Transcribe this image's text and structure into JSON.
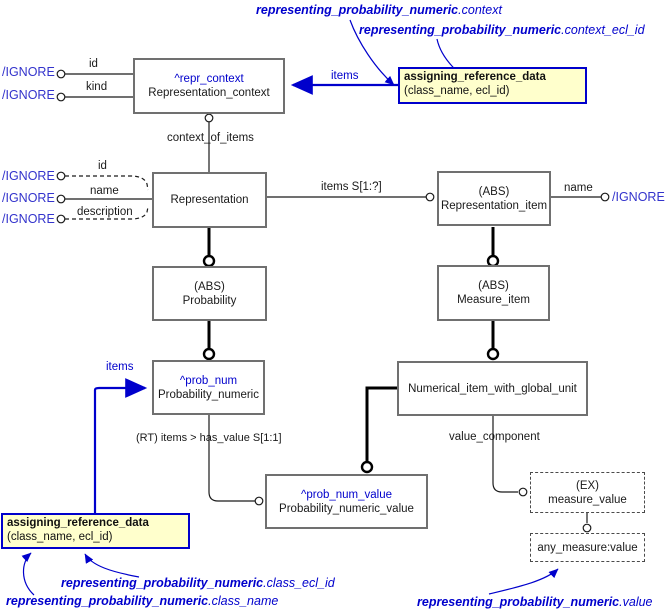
{
  "colors": {
    "accent-blue": "#0000cc",
    "ignore-blue": "#3333cc",
    "note-fill": "#ffffcc",
    "box-border": "#707070",
    "line-black": "#1a1a1a"
  },
  "annotations": {
    "context": {
      "prefix": "representing_probability_numeric",
      "suffix": ".context"
    },
    "context_ecl_id": {
      "prefix": "representing_probability_numeric",
      "suffix": ".context_ecl_id"
    },
    "class_ecl_id": {
      "prefix": "representing_probability_numeric",
      "suffix": ".class_ecl_id"
    },
    "class_name": {
      "prefix": "representing_probability_numeric",
      "suffix": ".class_name"
    },
    "value": {
      "prefix": "representing_probability_numeric",
      "suffix": ".value"
    }
  },
  "nodes": {
    "representation_context": {
      "alias": "^repr_context",
      "name": "Representation_context"
    },
    "representation": {
      "name": "Representation"
    },
    "representation_item": {
      "abs": "(ABS)",
      "name": "Representation_item"
    },
    "probability": {
      "abs": "(ABS)",
      "name": "Probability"
    },
    "measure_item": {
      "abs": "(ABS)",
      "name": "Measure_item"
    },
    "probability_numeric": {
      "alias": "^prob_num",
      "name": "Probability_numeric"
    },
    "numerical_item_with_global_unit": {
      "name": "Numerical_item_with_global_unit"
    },
    "probability_numeric_value": {
      "alias": "^prob_num_value",
      "name": "Probability_numeric_value"
    },
    "measure_value": {
      "ex": "(EX)",
      "name": "measure_value"
    },
    "any_measure_value": {
      "name": "any_measure:value"
    },
    "assigning_reference_data_top": {
      "title": "assigning_reference_data",
      "params": "(class_name, ecl_id)"
    },
    "assigning_reference_data_bottom": {
      "title": "assigning_reference_data",
      "params": "(class_name, ecl_id)"
    }
  },
  "labels": {
    "ignore": "/IGNORE",
    "id": "id",
    "kind": "kind",
    "name": "name",
    "description": "description",
    "context_of_items": "context_of_items",
    "items": "items",
    "items_set": "items S[1:?]",
    "rt_items_has_value": "(RT) items > has_value S[1:1]",
    "value_component": "value_component"
  }
}
